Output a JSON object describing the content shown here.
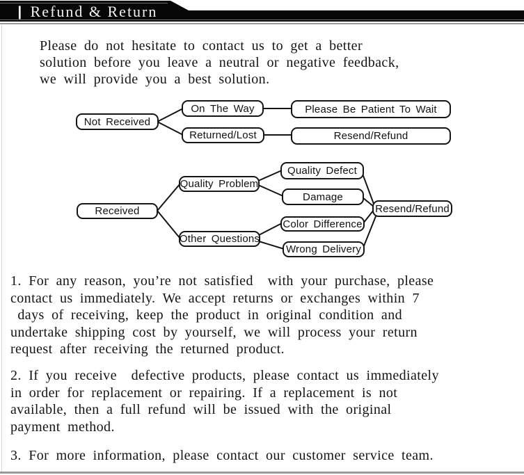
{
  "header": {
    "marker": "|",
    "title": "Refund & Return"
  },
  "intro": "Please do not hesitate to contact us to get a better\nsolution before you leave a neutral or negative feedback,\nwe will provide you a best solution.",
  "flowchart_not_received": {
    "root": "Not Received",
    "on_the_way": "On The Way",
    "returned_lost": "Returned/Lost",
    "be_patient": "Please Be Patient To Wait",
    "resend_refund": "Resend/Refund"
  },
  "flowchart_received": {
    "root": "Received",
    "quality_problem": "Quality Problem",
    "other_questions": "Other Questions",
    "quality_defect": "Quality Defect",
    "damage": "Damage",
    "color_difference": "Color Difference",
    "wrong_delivery": "Wrong Delivery",
    "resend_refund": "Resend/Refund"
  },
  "policies": {
    "item1": "1. For any reason, you’re not satisfied  with your purchase, please\ncontact us immediately. We accept returns or exchanges within 7\n days of receiving, keep the product in original condition and\nundertake shipping cost by yourself, we will process your return\nrequest after receiving the returned product.",
    "item2": "2. If you receive  defective products, please contact us immediately\nin order for replacement or repairing. If a replacement is not\navailable, then a full refund will be issued with the original\npayment method.",
    "item3": "3. For more information, please contact our customer service team."
  },
  "colors": {
    "header_bg": "#070707",
    "header_text": "#f2f2f2",
    "header_underline": "#989898",
    "line_color": "#141414"
  }
}
